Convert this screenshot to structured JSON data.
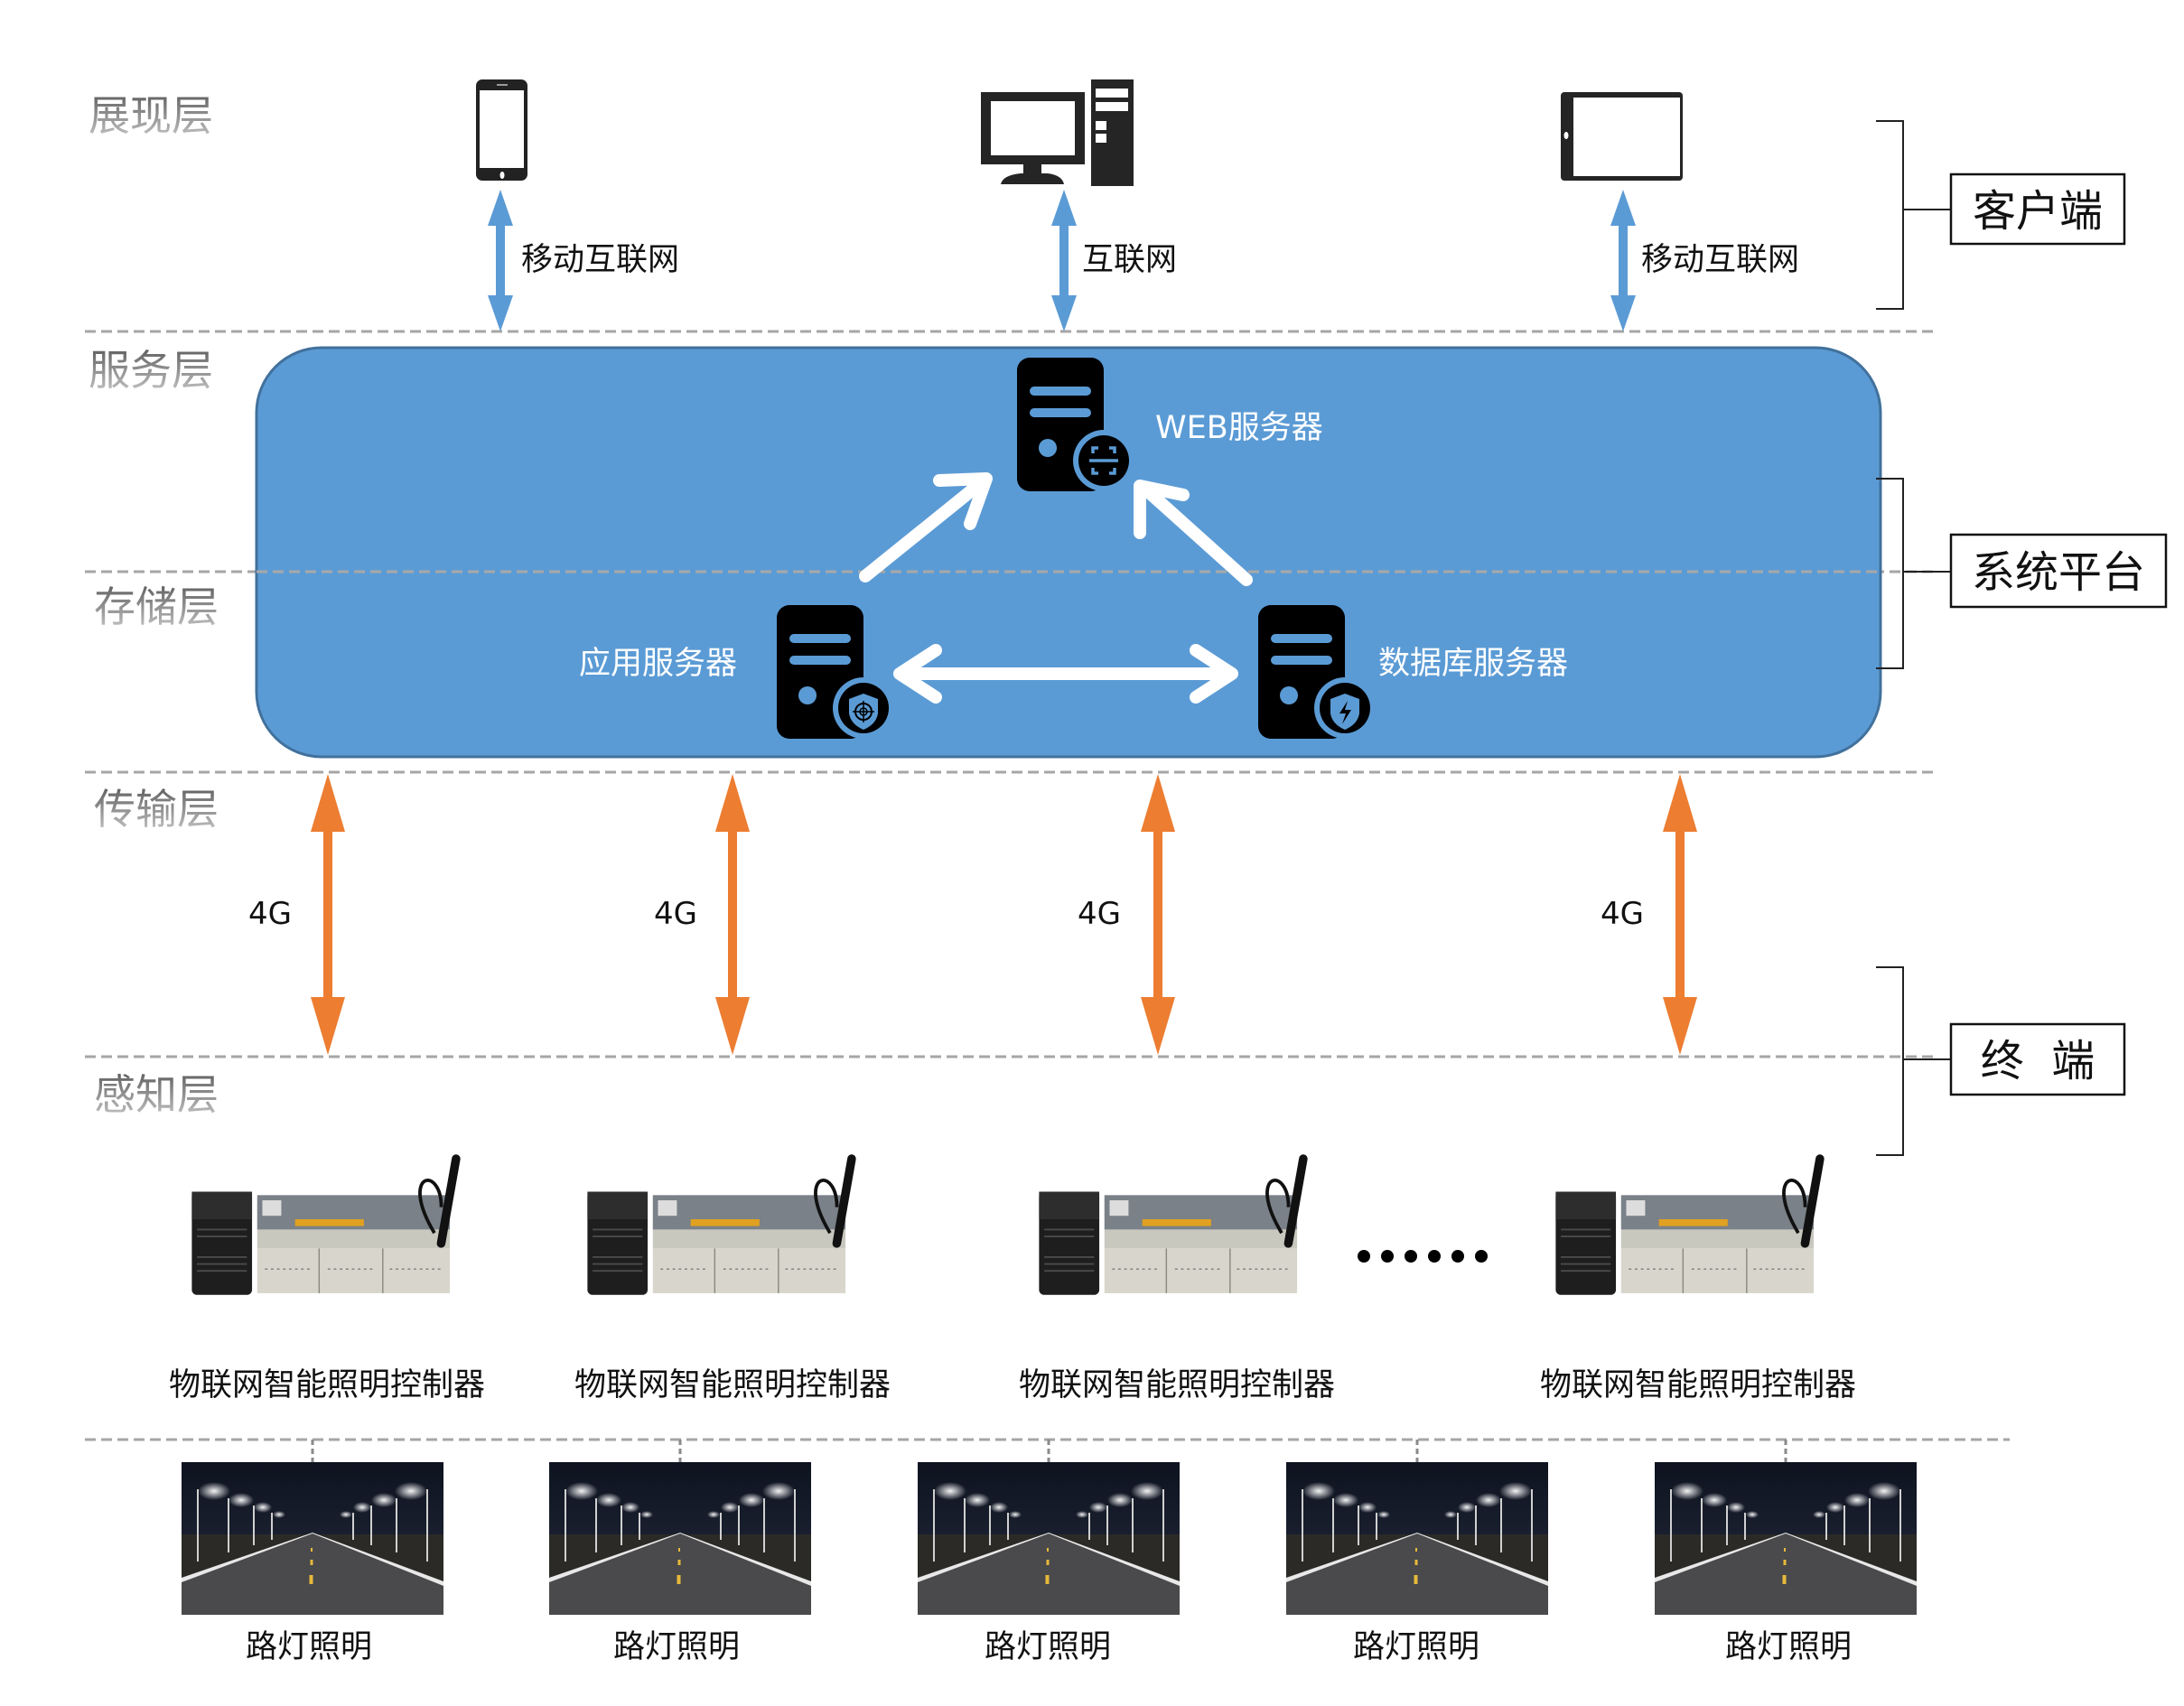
{
  "layers": [
    {
      "id": "presentation",
      "label": "展现层"
    },
    {
      "id": "service",
      "label": "服务层"
    },
    {
      "id": "storage",
      "label": "存储层"
    },
    {
      "id": "transport",
      "label": "传输层"
    },
    {
      "id": "perception",
      "label": "感知层"
    }
  ],
  "clients": [
    {
      "icon": "smartphone-icon",
      "link_label": "移动互联网"
    },
    {
      "icon": "desktop-computer-icon",
      "link_label": "互联网"
    },
    {
      "icon": "tablet-icon",
      "link_label": "移动互联网"
    }
  ],
  "servers": {
    "web": {
      "label": "WEB服务器",
      "badge_icon": "scan-icon"
    },
    "app": {
      "label": "应用服务器",
      "badge_icon": "shield-target-icon"
    },
    "db": {
      "label": "数据库服务器",
      "badge_icon": "shield-lightning-icon"
    }
  },
  "side_groups": [
    {
      "id": "client",
      "label": "客户端"
    },
    {
      "id": "platform",
      "label": "系统平台"
    },
    {
      "id": "terminal",
      "label": "终  端"
    }
  ],
  "transport_links": [
    {
      "label": "4G"
    },
    {
      "label": "4G"
    },
    {
      "label": "4G"
    },
    {
      "label": "4G"
    }
  ],
  "controllers": [
    {
      "label": "物联网智能照明控制器"
    },
    {
      "label": "物联网智能照明控制器"
    },
    {
      "label": "物联网智能照明控制器"
    },
    {
      "label": "物联网智能照明控制器"
    }
  ],
  "ellipsis": "……",
  "street_lights": [
    {
      "label": "路灯照明"
    },
    {
      "label": "路灯照明"
    },
    {
      "label": "路灯照明"
    },
    {
      "label": "路灯照明"
    },
    {
      "label": "路灯照明"
    }
  ],
  "colors": {
    "platform_fill": "#5b9bd5",
    "platform_stroke": "#41719c",
    "client_arrow": "#5b9bd5",
    "transport_arrow": "#ed7d31",
    "server_body": "#000000",
    "dashed_line": "#a6a6a6"
  }
}
